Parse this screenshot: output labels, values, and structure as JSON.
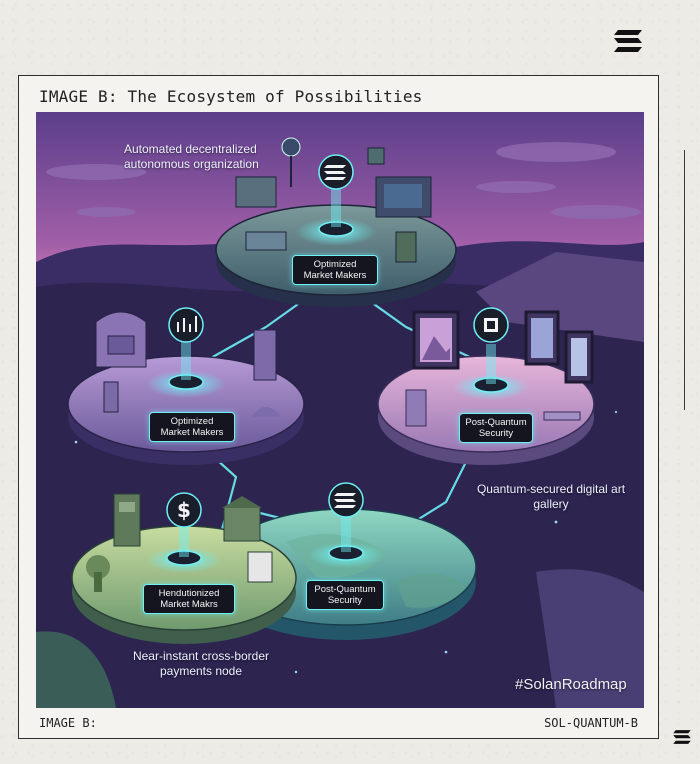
{
  "header": {
    "title": "IMAGE B: The Ecosystem of Possibilities"
  },
  "footer": {
    "left": "IMAGE B:",
    "right": "SOL-QUANTUM-B"
  },
  "captions": {
    "dao": "Automated decentralized autonomous organization",
    "gallery": "Quantum-secured digital art gallery",
    "payments": "Near-instant cross-border payments node"
  },
  "hashtag": "#SolanRoadmap",
  "nodes": {
    "top": {
      "line1": "Optimized",
      "line2": "Market Makers"
    },
    "left": {
      "line1": "Optimized",
      "line2": "Market Makers"
    },
    "right": {
      "line1": "Post-Quantum",
      "line2": "Security"
    },
    "bottom_left": {
      "line1": "Hendutionized",
      "line2": "Market Makrs"
    },
    "bottom_center": {
      "line1": "Post-Quantum",
      "line2": "Security"
    }
  },
  "icons": {
    "dollar": "$"
  },
  "colors": {
    "glow": "#6ef0f5",
    "sky_top": "#5b3e8a",
    "sky_bottom": "#e58bb5",
    "ground": "#2d2450"
  }
}
